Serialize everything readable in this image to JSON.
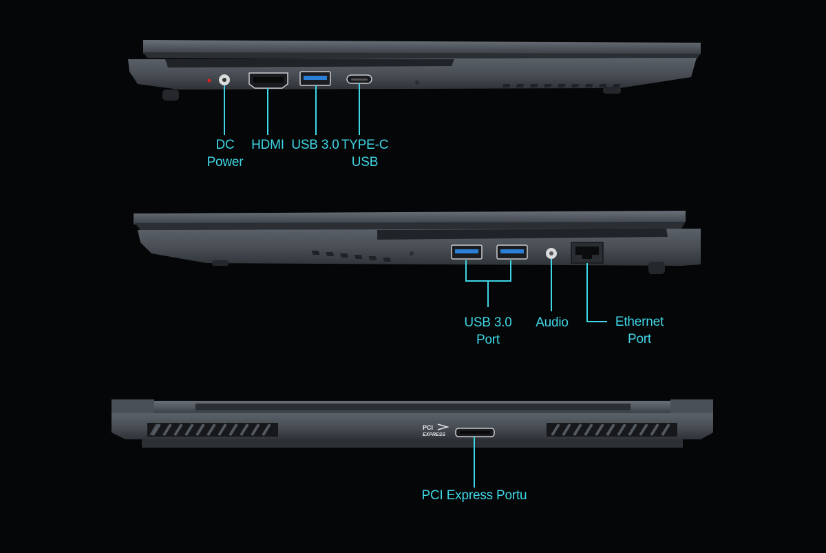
{
  "views": {
    "left_side": {
      "ports": [
        {
          "line1": "DC",
          "line2": "Power"
        },
        {
          "line1": "HDMI",
          "line2": ""
        },
        {
          "line1": "USB 3.0",
          "line2": ""
        },
        {
          "line1": "TYPE-C",
          "line2": "USB"
        }
      ]
    },
    "right_side": {
      "ports": [
        {
          "line1": "USB 3.0",
          "line2": "Port"
        },
        {
          "line1": "Audio",
          "line2": ""
        },
        {
          "line1": "Ethernet",
          "line2": "Port"
        }
      ]
    },
    "rear": {
      "badge_top": "PCI",
      "badge_bottom": "EXPRESS",
      "ports": [
        {
          "line1": "PCI Express Portu",
          "line2": ""
        }
      ]
    }
  },
  "colors": {
    "background": "#050607",
    "callout": "#3fd6e6",
    "chassis": "#4a5058"
  }
}
